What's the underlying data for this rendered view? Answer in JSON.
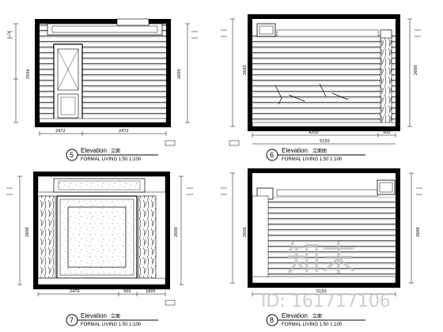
{
  "drawings": [
    {
      "number": "5",
      "title": "Elevation",
      "title_cn": "立面",
      "scale": "FORMAL LIVING 1:50 1:100",
      "dims_h": [
        "2472",
        "2472"
      ],
      "dims_v": [
        "2550",
        "2600"
      ]
    },
    {
      "number": "6",
      "title": "Elevation",
      "title_cn": "立面图",
      "scale": "FORMAL LIVING 1:50 1:100",
      "dims_h": [
        "4200",
        "5150",
        "500"
      ],
      "dims_v": [
        "2600",
        "2600"
      ]
    },
    {
      "number": "7",
      "title": "Elevation",
      "title_cn": "立面",
      "scale": "FORMAL LIVING 1:50 1:100",
      "dims_h": [
        "2470",
        "500",
        "1805"
      ],
      "dims_v": [
        "2600",
        "2600"
      ]
    },
    {
      "number": "8",
      "title": "Elevation",
      "title_cn": "立面",
      "scale": "FORMAL LIVING 1:50 1:100",
      "dims_h": [
        "5150"
      ],
      "dims_v": [
        "2600",
        "2600"
      ]
    }
  ],
  "watermark": {
    "logo_text": "知末",
    "id_text": "ID: 161717106"
  }
}
